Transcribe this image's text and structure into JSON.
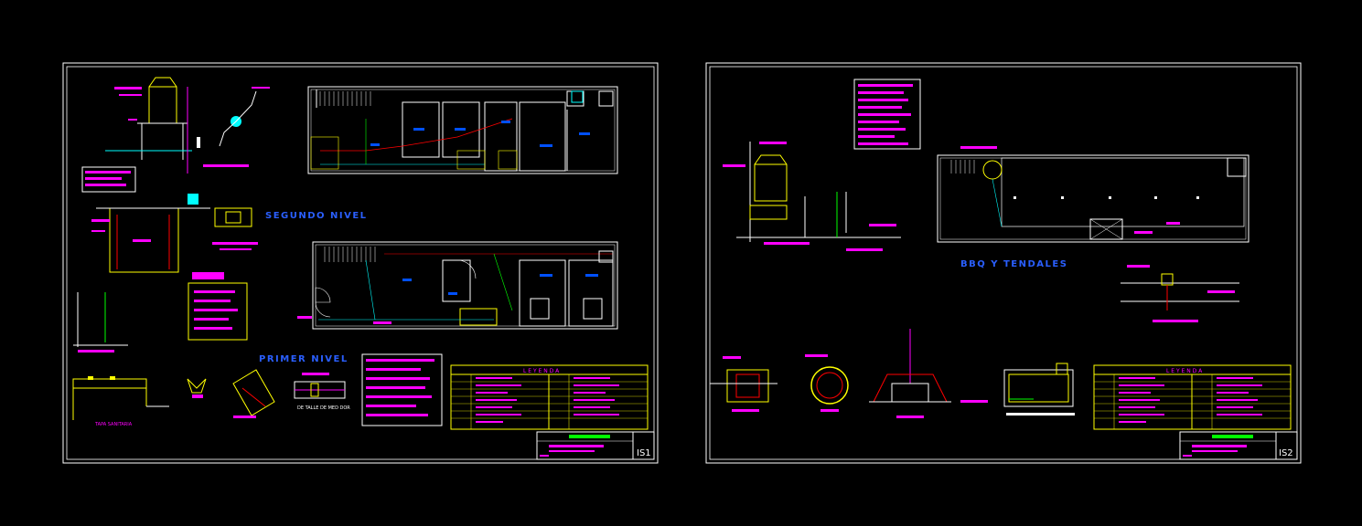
{
  "sheets": [
    {
      "id": "IS1",
      "labels": {
        "segundo_nivel": "SEGUNDO NIVEL",
        "primer_nivel": "PRIMER NIVEL",
        "tapa_sanitaria": "TAPA SANITARIA",
        "detalle_medidor": "DE TALLE DE MED DOR",
        "leyenda": "L E Y E N D A",
        "sheet_code": "IS1"
      }
    },
    {
      "id": "IS2",
      "labels": {
        "bbq_tendales": "BBQ Y TENDALES",
        "leyenda": "L E Y E N D A",
        "sheet_code": "IS2"
      }
    }
  ],
  "colors": {
    "background": "#000000",
    "frame": "#ffffff",
    "walls": "#ffffff",
    "annotation": "#ff00ff",
    "detail": "#ffff00",
    "water_line": "#00ffff",
    "drain_line": "#00ff00",
    "pipe_red": "#ff0000",
    "room_tag": "#0050ff",
    "title_text": "#2a5fff"
  }
}
